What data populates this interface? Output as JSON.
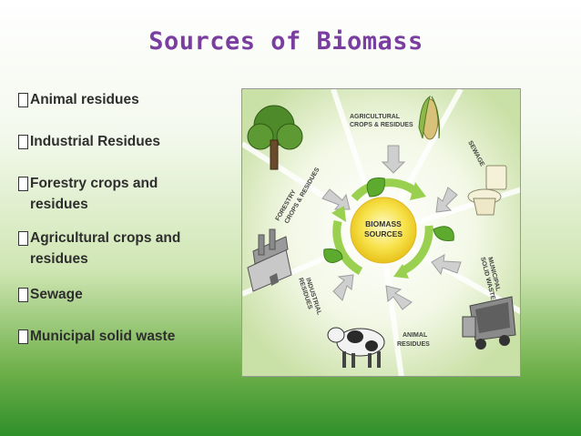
{
  "slide": {
    "title": "Sources of Biomass",
    "items": [
      {
        "label": "Animal residues",
        "bullet": "▯"
      },
      {
        "label": "Industrial Residues",
        "bullet": "▯"
      },
      {
        "label": " Forestry crops and residues",
        "bullet": "▯"
      },
      {
        "label": "Agricultural crops and residues",
        "bullet": "▯"
      },
      {
        "label": "Sewage",
        "bullet": "▯"
      },
      {
        "label": "Municipal solid waste",
        "bullet": "▯"
      }
    ]
  },
  "diagram": {
    "center_line1": "BIOMASS",
    "center_line2": "SOURCES",
    "agri_line1": "AGRICULTURAL",
    "agri_line2": "CROPS & RESIDUES",
    "sewage": "SEWAGE",
    "msw_line1": "MUNICIPAL",
    "msw_line2": "SOLID WASTE",
    "animal_line1": "ANIMAL",
    "animal_line2": "RESIDUES",
    "industrial_line1": "INDUSTRIAL",
    "industrial_line2": "RESIDUES",
    "forestry_line1": "FORESTRY",
    "forestry_line2": "CROPS & RESIDUES",
    "colors": {
      "title": "#7a3ea0",
      "center": "#f7e24a",
      "leaf": "#5cab2e",
      "arrow_ring": "#9ad04f",
      "panel_bg": "#e9f2d8"
    }
  }
}
